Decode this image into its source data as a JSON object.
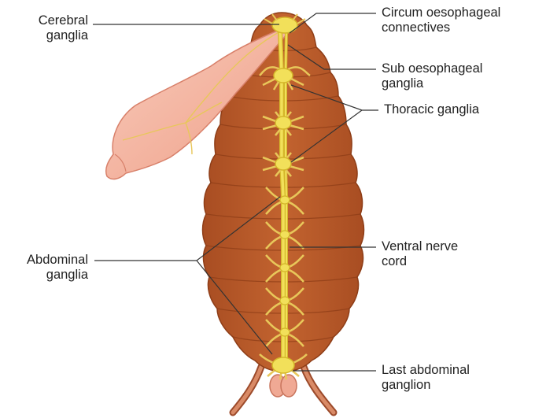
{
  "labels": {
    "cerebral": {
      "line1": "Cerebral",
      "line2": "ganglia"
    },
    "circum": {
      "line1": "Circum oesophageal",
      "line2": "connectives"
    },
    "sub": {
      "line1": "Sub oesophageal",
      "line2": "ganglia"
    },
    "thoracic": {
      "line1": "Thoracic ganglia"
    },
    "abdominal": {
      "line1": "Abdominal",
      "line2": "ganglia"
    },
    "ventral": {
      "line1": "Ventral nerve",
      "line2": "cord"
    },
    "last": {
      "line1": "Last abdominal",
      "line2": "ganglion"
    }
  },
  "colors": {
    "body": "#b8582a",
    "body_edge": "#8e3d17",
    "nerve": "#f2e05a",
    "nerve_edge": "#d4b62a",
    "crop": "#f5b8a4",
    "crop_edge": "#d8806a",
    "leader": "#333333",
    "cerci": "#c9714f"
  }
}
